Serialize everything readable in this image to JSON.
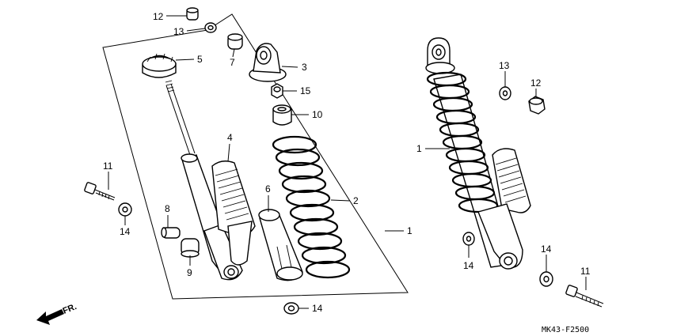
{
  "diagram_code": "MK43-F2500",
  "front_arrow_label": "FR.",
  "callouts": {
    "c12_top": "12",
    "c13_top": "13",
    "c5": "5",
    "c7": "7",
    "c3": "3",
    "c15": "15",
    "c10": "10",
    "c4": "4",
    "c6": "6",
    "c2": "2",
    "c1_left": "1",
    "c11_left": "11",
    "c14_left": "14",
    "c8": "8",
    "c9": "9",
    "c14_bottom": "14",
    "c1_right": "1",
    "c13_right": "13",
    "c12_right": "12",
    "c14_right_mid": "14",
    "c14_right_low": "14",
    "c11_right": "11"
  }
}
